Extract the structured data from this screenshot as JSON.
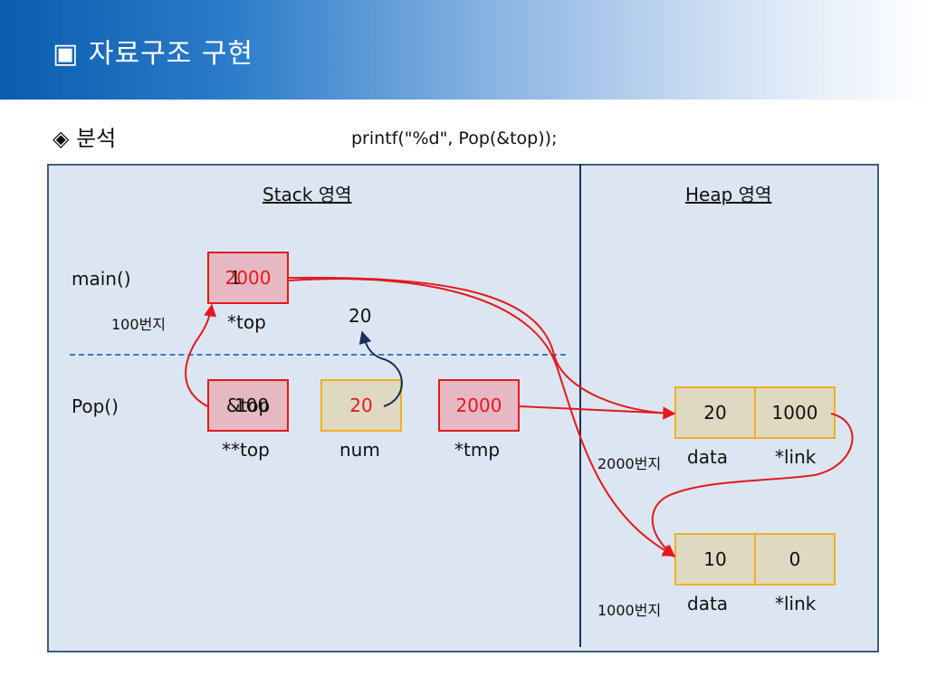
{
  "header": {
    "title": "▣ 자료구조 구현"
  },
  "section": {
    "label": "◈ 분석"
  },
  "code": {
    "line": "printf(\"%d\", Pop(&top));"
  },
  "panel": {
    "stack_title": "Stack 영역",
    "heap_title": "Heap 영역"
  },
  "stack": {
    "main_label": "main()",
    "pop_label": "Pop()",
    "top_box": {
      "current": "2000",
      "overwritten": "1"
    },
    "top_address": "100번지",
    "top_var": "*top",
    "floating_value": "20",
    "ptrptr_box": {
      "value": "&top",
      "overwritten": "100"
    },
    "ptrptr_var": "**top",
    "num_box": "20",
    "num_var": "num",
    "tmp_box": "2000",
    "tmp_var": "*tmp"
  },
  "heap": {
    "node1": {
      "data": "20",
      "link": "1000",
      "address": "2000번지",
      "data_label": "data",
      "link_label": "*link"
    },
    "node2": {
      "data": "10",
      "link": "0",
      "address": "1000번지",
      "data_label": "data",
      "link_label": "*link"
    }
  },
  "colors": {
    "red": "#e3191c",
    "navy": "#1c2f5a",
    "yellow_border": "#f2b01e",
    "panel_bg": "#dce6f2"
  }
}
